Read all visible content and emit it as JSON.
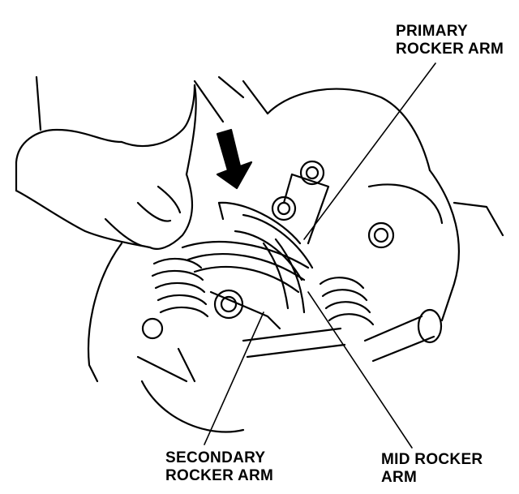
{
  "labels": {
    "primary": [
      "PRIMARY",
      "ROCKER ARM"
    ],
    "secondary": [
      "SECONDARY",
      "ROCKER ARM"
    ],
    "mid": [
      "MID ROCKER",
      "ARM"
    ]
  },
  "colors": {
    "ink": "#000000",
    "paper": "#ffffff"
  }
}
